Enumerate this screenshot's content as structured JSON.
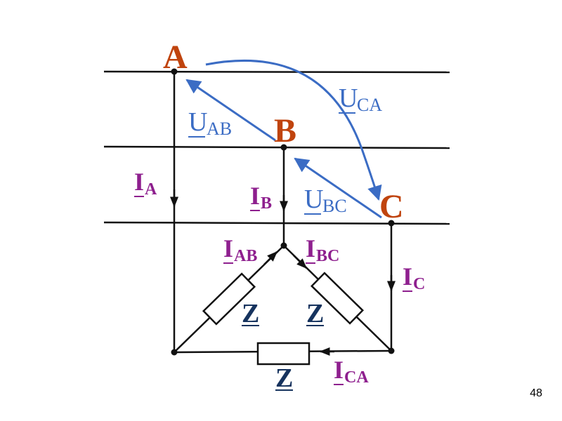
{
  "nodes": {
    "a": "A",
    "b": "B",
    "c": "C"
  },
  "voltages": {
    "uab": {
      "main": "U",
      "sub": "AB"
    },
    "ubc": {
      "main": "U",
      "sub": "BC"
    },
    "uca": {
      "main": "U",
      "sub": "CA"
    }
  },
  "currents": {
    "ia": {
      "main": "I",
      "sub": "A"
    },
    "ib": {
      "main": "I",
      "sub": "B"
    },
    "ic": {
      "main": "I",
      "sub": "C"
    },
    "iab": {
      "main": "I",
      "sub": "AB"
    },
    "ibc": {
      "main": "I",
      "sub": "BC"
    },
    "ica": {
      "main": "I",
      "sub": "CA"
    }
  },
  "impedances": {
    "left": "Z",
    "right": "Z",
    "bottom": "Z"
  },
  "colors": {
    "node": "#c0440e",
    "voltage": "#3b6cc4",
    "current": "#8e1f8e",
    "impedance": "#16335e",
    "wire": "#111111"
  },
  "page_number": "48"
}
